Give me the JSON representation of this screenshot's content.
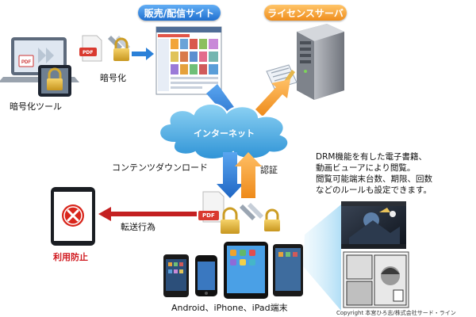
{
  "labels": {
    "sales_site": "販売/配信サイト",
    "license_server": "ライセンスサーバ",
    "encrypt_tool": "暗号化ツール",
    "encrypt": "暗号化",
    "internet": "インターネット",
    "download": "コンテンツダウンロード",
    "auth": "認証",
    "transfer": "転送行為",
    "prevent": "利用防止",
    "devices": "Android、iPhone、iPad端末",
    "pdf": "PDF"
  },
  "note_lines": [
    "DRM機能を有した電子書籍、",
    "動画ビューアにより閲覧。",
    "閲覧可能端末台数、期限、回数",
    "などのルールも設定できます。"
  ],
  "copyright": "Copyright 本宮ひろ志/株式会社サード・ライン",
  "colors": {
    "pill_blue": "#2f7fd8",
    "pill_orange": "#f49a2a",
    "arrow_blue": "#2a80d8",
    "arrow_orange": "#f1a13a",
    "arrow_red": "#c42021",
    "cloud": "#3ea7df",
    "prevent_red": "#d0191f"
  }
}
